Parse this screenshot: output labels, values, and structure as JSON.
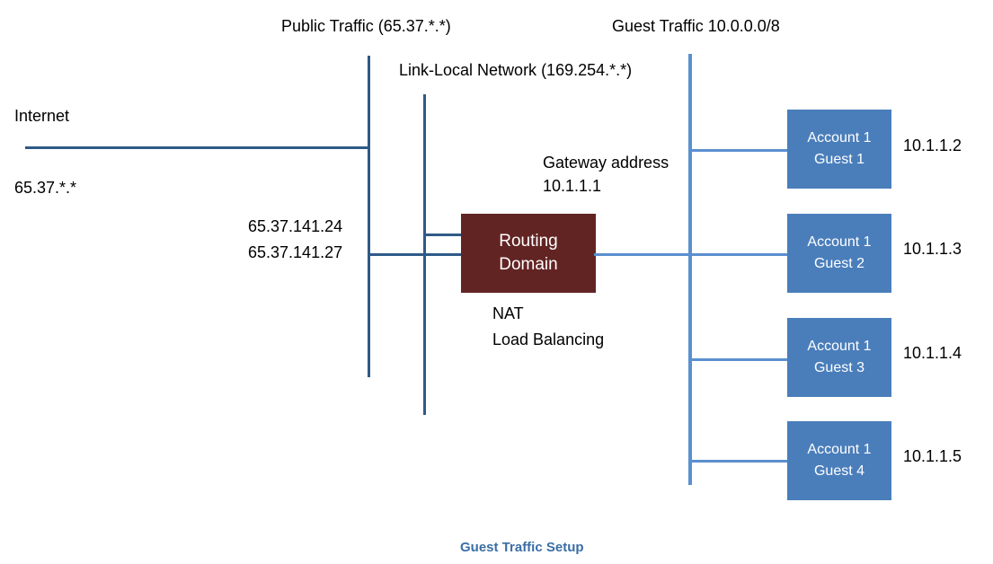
{
  "diagram": {
    "caption": "Guest Traffic Setup",
    "headers": {
      "public_traffic": "Public Traffic (65.37.*.*)",
      "link_local": "Link-Local Network (169.254.*.*)",
      "guest_traffic": "Guest Traffic 10.0.0.0/8"
    },
    "internet": {
      "label": "Internet",
      "subnet": "65.37.*.*"
    },
    "public_ips": [
      "65.37.141.24",
      "65.37.141.27"
    ],
    "gateway": {
      "line1": "Gateway address",
      "line2": "10.1.1.1"
    },
    "routing_domain": {
      "line1": "Routing",
      "line2": "Domain",
      "color": "#622423",
      "functions": [
        "NAT",
        "Load Balancing"
      ]
    },
    "guests": [
      {
        "line1": "Account 1",
        "line2": "Guest 1",
        "ip": "10.1.1.2"
      },
      {
        "line1": "Account 1",
        "line2": "Guest 2",
        "ip": "10.1.1.3"
      },
      {
        "line1": "Account 1",
        "line2": "Guest 3",
        "ip": "10.1.1.4"
      },
      {
        "line1": "Account 1",
        "line2": "Guest 4",
        "ip": "10.1.1.5"
      }
    ],
    "colors": {
      "guest_box": "#4A7EBB",
      "routing_domain": "#622423",
      "line_dark": "#2E5A88",
      "line_light": "#5B8FD0",
      "caption": "#3B6EA5"
    }
  }
}
